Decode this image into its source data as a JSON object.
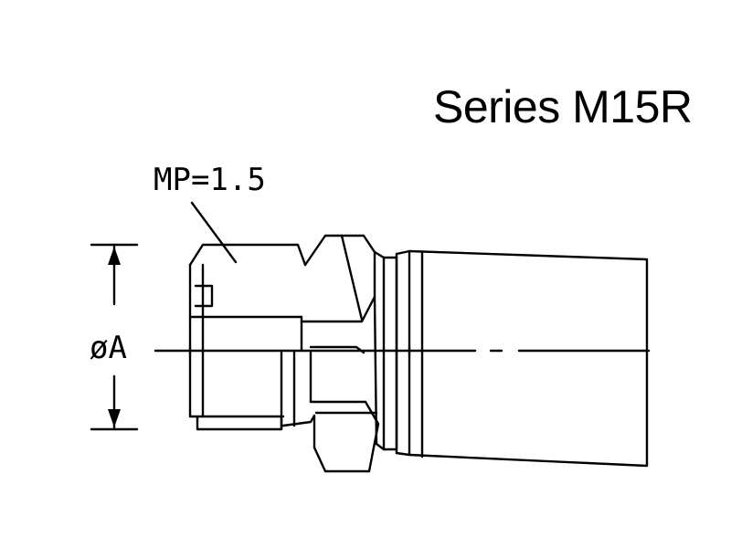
{
  "title": "Series M15R",
  "callout": "MP=1.5",
  "dimension_label": "øA",
  "colors": {
    "ink": "#000000",
    "background": "#ffffff"
  }
}
